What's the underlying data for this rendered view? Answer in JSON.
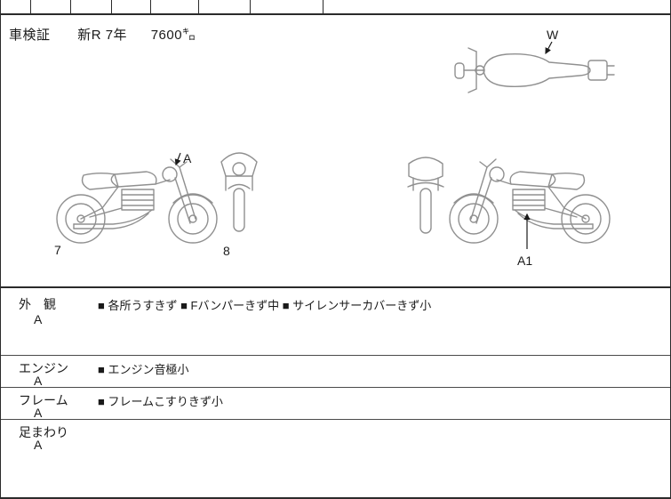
{
  "header": {
    "shaken_label": "車検証",
    "registration": "新R 7年",
    "mileage": "7600㌔"
  },
  "diagram": {
    "labels": {
      "top_view_point": "W",
      "handlebar_point": "A",
      "left_view_no": "7",
      "front_view_no": "8",
      "engine_point": "A1"
    }
  },
  "sections": [
    {
      "name": "外　観",
      "grade": "A",
      "comments": "■ 各所うすきず ■ Fバンパーきず中 ■ サイレンサーカバーきず小"
    },
    {
      "name": "エンジン",
      "grade": "A",
      "comments": "■ エンジン音極小"
    },
    {
      "name": "フレーム",
      "grade": "A",
      "comments": "■ フレームこすりきず小"
    },
    {
      "name": "足まわり",
      "grade": "A",
      "comments": ""
    }
  ]
}
